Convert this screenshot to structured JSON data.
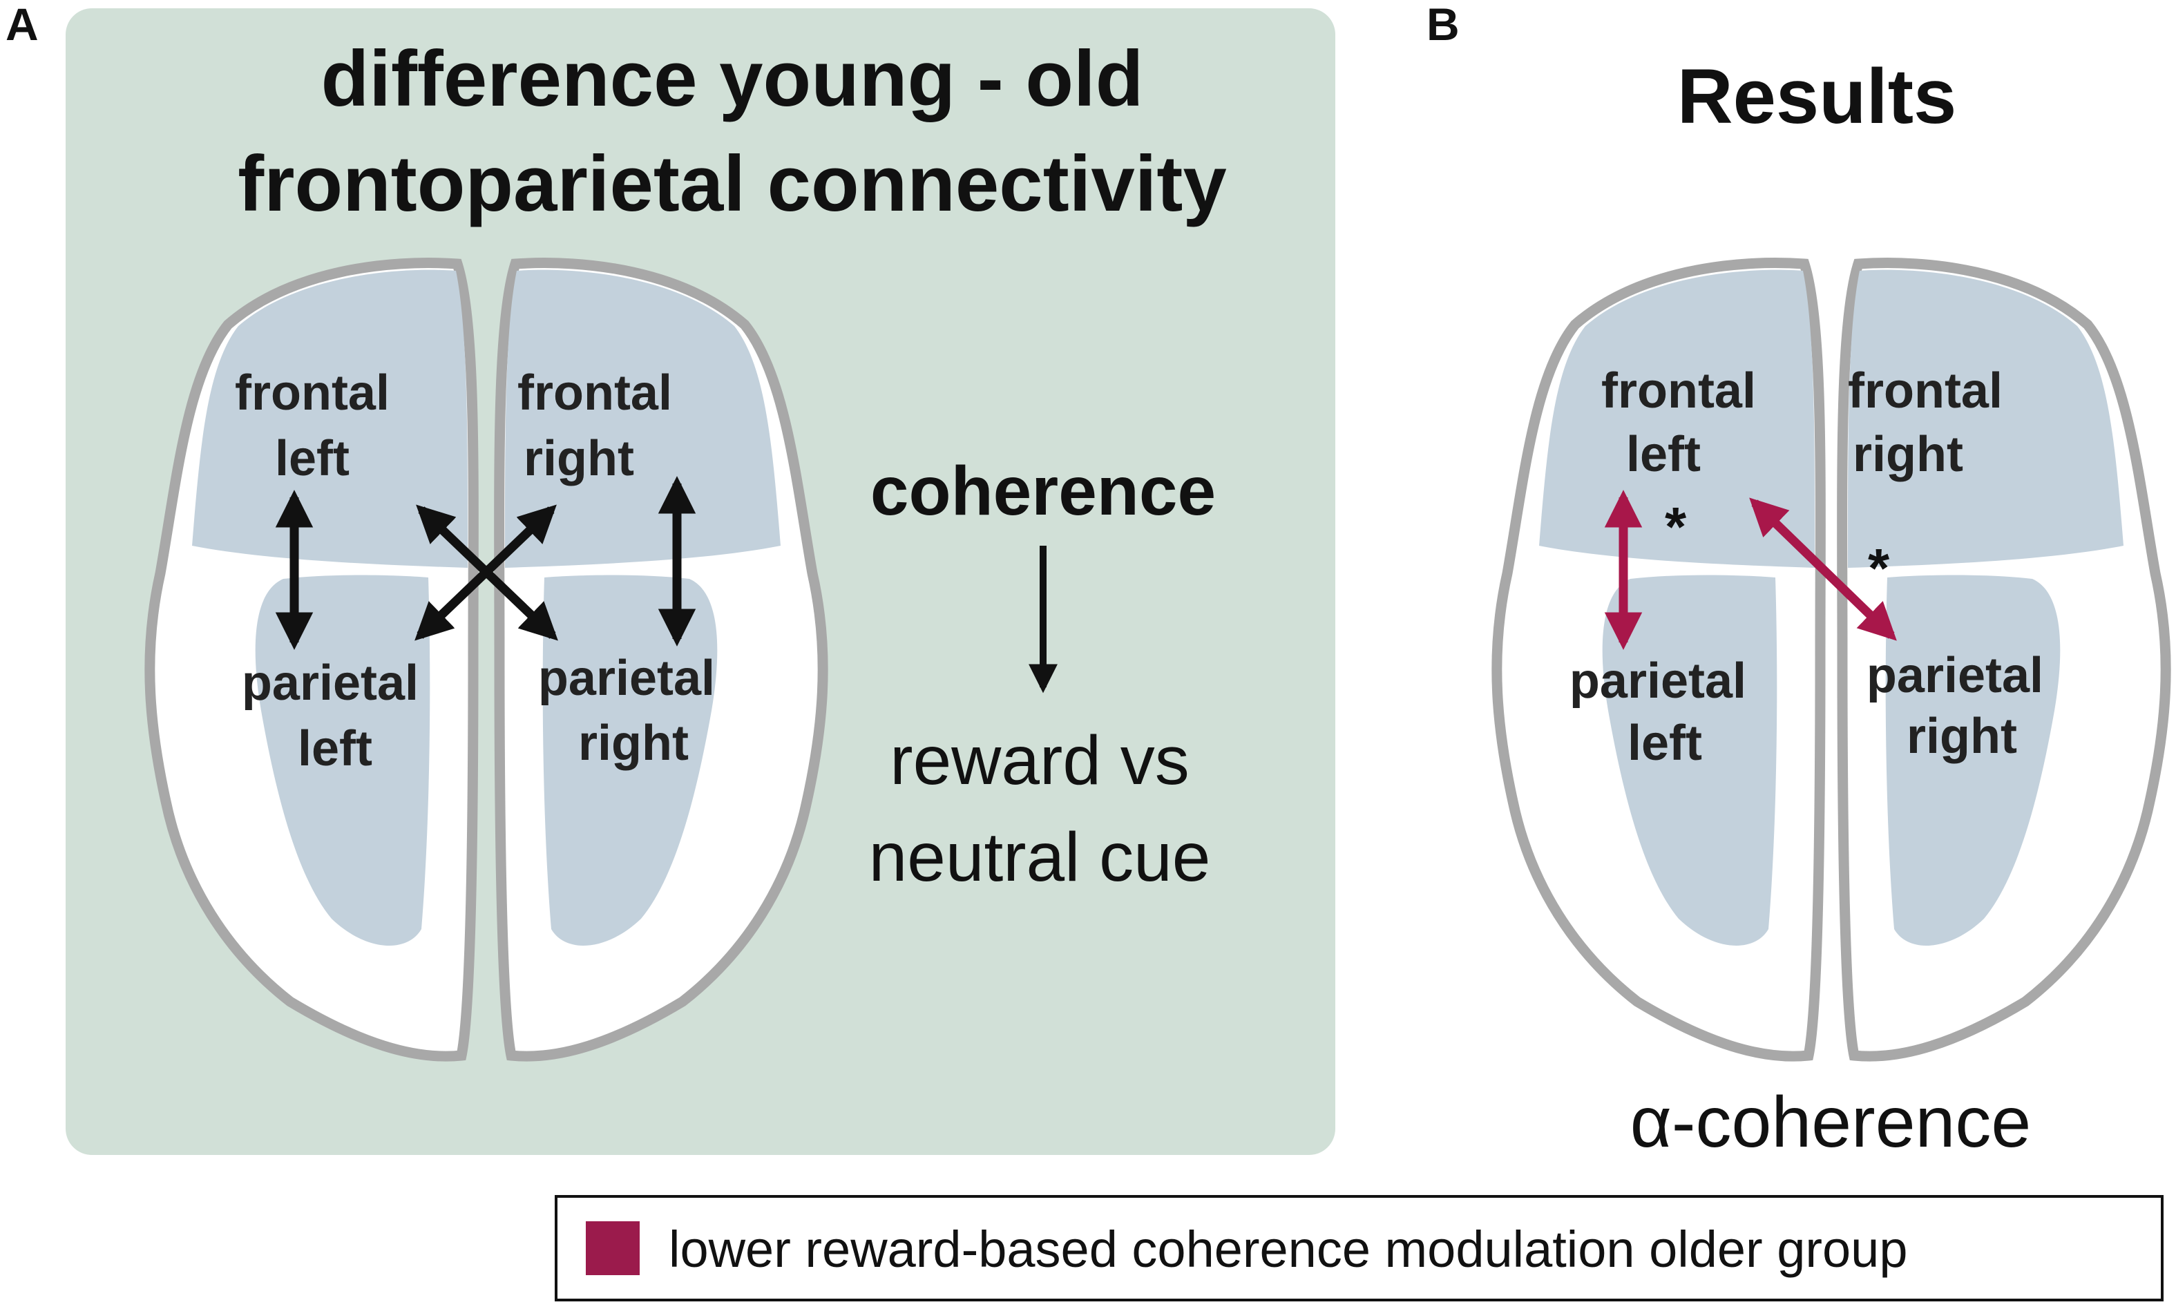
{
  "panel_a": {
    "letter": "A",
    "title_line1": "difference young - old",
    "title_line2": "frontoparietal connectivity",
    "regions": {
      "frontal_left": [
        "frontal",
        "left"
      ],
      "frontal_right": [
        "frontal",
        "right"
      ],
      "parietal_left": [
        "parietal",
        "left"
      ],
      "parietal_right": [
        "parietal",
        "right"
      ]
    },
    "measure": "coherence",
    "contrast_line1": "reward vs",
    "contrast_line2": "neutral cue"
  },
  "panel_b": {
    "letter": "B",
    "title": "Results",
    "regions": {
      "frontal_left": [
        "frontal",
        "left"
      ],
      "frontal_right": [
        "frontal",
        "right"
      ],
      "parietal_left": [
        "parietal",
        "left"
      ],
      "parietal_right": [
        "parietal",
        "right"
      ]
    },
    "significance_marker": "*",
    "bottom_label": "α-coherence"
  },
  "legend": {
    "label": "lower reward-based coherence modulation older group",
    "swatch_color": "#9b1b4c"
  },
  "colors": {
    "panel_a_background": "#d1e0d7",
    "region_fill": "#c3d1dc",
    "brain_outline": "#a8a8a8",
    "arrow_black": "#111111",
    "arrow_highlight": "#a8174a"
  }
}
